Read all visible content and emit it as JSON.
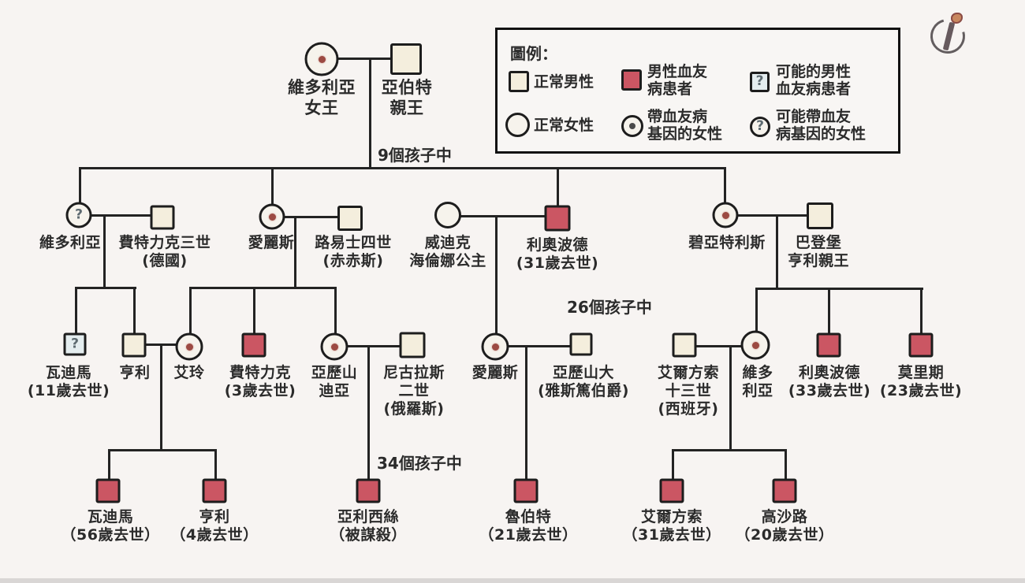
{
  "legend": {
    "title": "圖例：",
    "items": {
      "normal_male": "正常男性",
      "affected_male": "男性血友\n病患者",
      "possible_male": "可能的男性\n血友病患者",
      "normal_female": "正常女性",
      "carrier_female": "帶血友病\n基因的女性",
      "possible_female": "可能帶血友\n病基因的女性"
    }
  },
  "symbols": {
    "question": "?"
  },
  "annotations": {
    "children9": "9個孩子中",
    "children26": "26個孩子中",
    "children34": "34個孩子中"
  },
  "people": {
    "victoria_queen": {
      "name": "維多利亞\n女王",
      "status": "carrier-female"
    },
    "albert": {
      "name": "亞伯特\n親王",
      "status": "normal-male"
    },
    "victoria2": {
      "name": "維多利亞",
      "status": "possible-carrier-female"
    },
    "frederick3": {
      "name": "費特力克三世\n(德國)",
      "status": "normal-male"
    },
    "alice": {
      "name": "愛麗斯",
      "status": "carrier-female"
    },
    "louis4": {
      "name": "路易士四世\n(赤赤斯)",
      "status": "normal-male"
    },
    "helena": {
      "name": "威迪克\n海倫娜公主",
      "status": "normal-female"
    },
    "leopold": {
      "name": "利奧波德\n(31歲去世)",
      "status": "affected-male"
    },
    "beatrice": {
      "name": "碧亞特利斯",
      "status": "carrier-female"
    },
    "henry_battenberg": {
      "name": "巴登堡\n亨利親王",
      "status": "normal-male"
    },
    "waldemar1": {
      "name": "瓦迪馬\n(11歲去世)",
      "status": "possible-affected-male"
    },
    "henry_prussia": {
      "name": "亨利",
      "status": "normal-male"
    },
    "irene": {
      "name": "艾玲",
      "status": "carrier-female"
    },
    "frederick_child": {
      "name": "費特力克\n(3歲去世)",
      "status": "affected-male"
    },
    "alexandra": {
      "name": "亞歷山\n迪亞",
      "status": "carrier-female"
    },
    "nicholas2": {
      "name": "尼古拉斯\n二世\n(俄羅斯)",
      "status": "normal-male"
    },
    "alice2": {
      "name": "愛麗斯",
      "status": "carrier-female"
    },
    "alexander": {
      "name": "亞歷山大\n(雅斯篤伯爵)",
      "status": "normal-male"
    },
    "alfonso13": {
      "name": "艾爾方索\n十三世\n(西班牙)",
      "status": "normal-male"
    },
    "victoria3": {
      "name": "維多\n利亞",
      "status": "carrier-female"
    },
    "leopold2": {
      "name": "利奧波德\n(33歲去世)",
      "status": "affected-male"
    },
    "maurice": {
      "name": "莫里期\n(23歲去世)",
      "status": "affected-male"
    },
    "waldemar2": {
      "name": "瓦迪馬\n（56歲去世）",
      "status": "affected-male"
    },
    "henry2": {
      "name": "亨利\n（4歲去世）",
      "status": "affected-male"
    },
    "alexis": {
      "name": "亞利西絲\n（被謀殺）",
      "status": "affected-male"
    },
    "rupert": {
      "name": "魯伯特\n（21歲去世）",
      "status": "affected-male"
    },
    "alfonso_jr": {
      "name": "艾爾方索\n（31歲去世）",
      "status": "affected-male"
    },
    "gonzalo": {
      "name": "高沙路\n（20歲去世）",
      "status": "affected-male"
    }
  },
  "colors": {
    "affected_fill": "#cb5663",
    "normal_male_fill": "#f4eedd",
    "possible_male_fill": "#e4edef",
    "carrier_dot": "#9c4a42",
    "line": "#232323",
    "background": "#f7f4f2"
  }
}
